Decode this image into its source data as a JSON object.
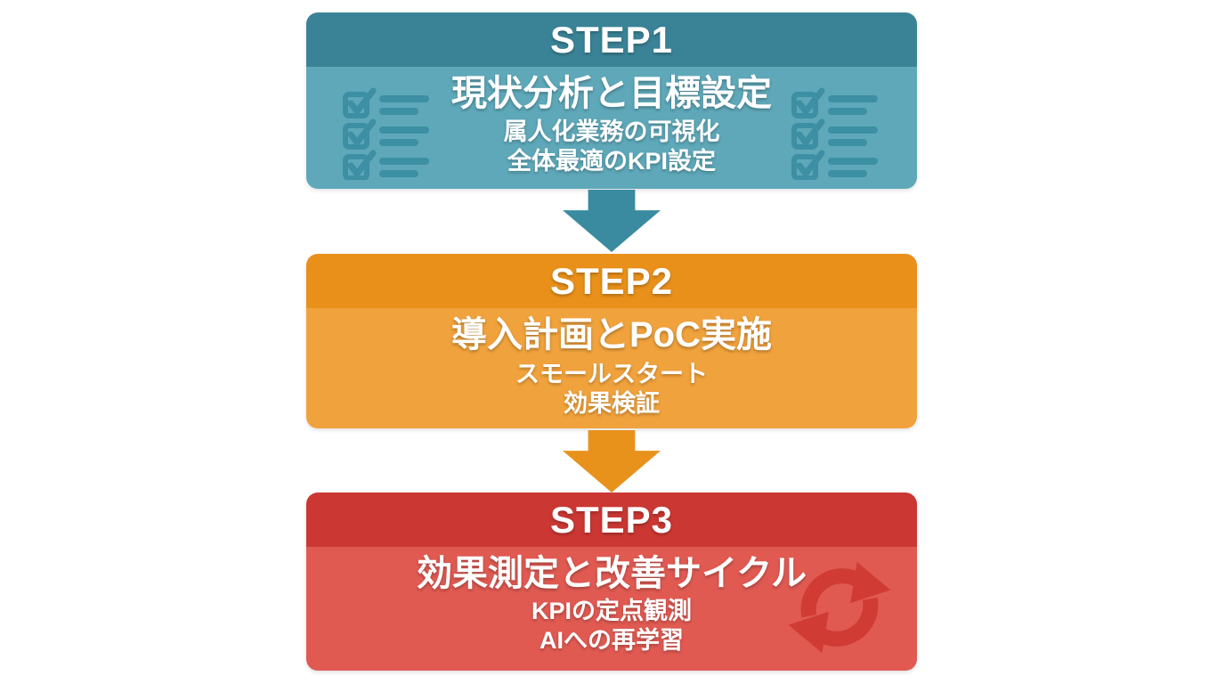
{
  "diagram": {
    "type": "process-flow",
    "background": "#ffffff",
    "steps": [
      {
        "label": "STEP1",
        "title": "現状分析と目標設定",
        "lines": [
          "属人化業務の可視化",
          "全体最適のKPI設定"
        ],
        "icon": "checklist-icon",
        "header_color": "#3a8396",
        "body_color": "#5ea8b9",
        "icon_color": "#35899e"
      },
      {
        "label": "STEP2",
        "title": "導入計画とPoC実施",
        "lines": [
          "スモールスタート",
          "効果検証"
        ],
        "icon": null,
        "header_color": "#e8901a",
        "body_color": "#f0a23c"
      },
      {
        "label": "STEP3",
        "title": "効果測定と改善サイクル",
        "lines": [
          "KPIの定点観測",
          "AIへの再学習"
        ],
        "icon": "refresh-cycle-icon",
        "header_color": "#cb3733",
        "body_color": "#e05a52",
        "icon_color": "#d03c34"
      }
    ],
    "arrows": [
      {
        "direction": "down",
        "color": "#3a8ba0"
      },
      {
        "direction": "down",
        "color": "#e8921c"
      }
    ],
    "text_color": "#ffffff"
  }
}
